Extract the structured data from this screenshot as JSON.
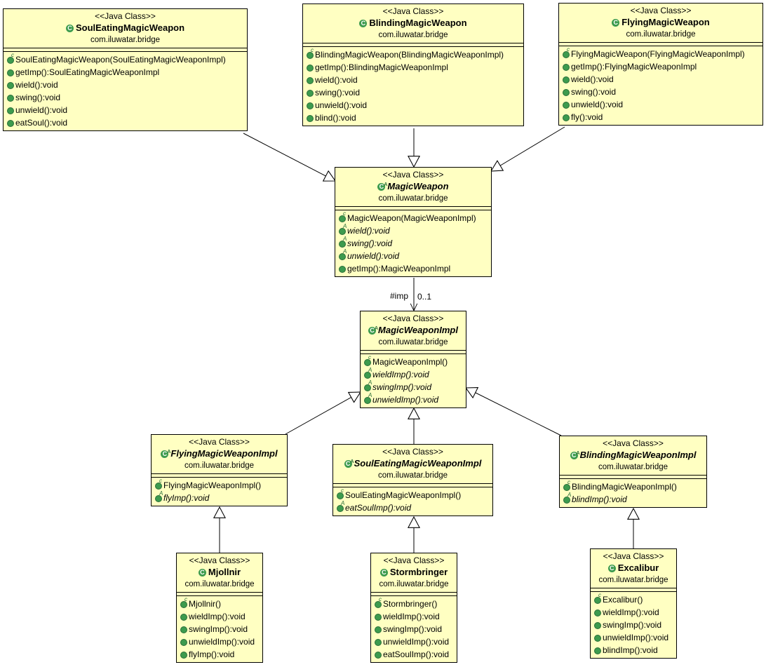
{
  "stereotype": "<<Java Class>>",
  "class_icon_glyph": "C",
  "colors": {
    "class_fill": "#ffffc2",
    "method_dot": "#3d9b4e",
    "line": "#000000"
  },
  "classes": [
    {
      "id": "soul-eating-magic-weapon",
      "name": "SoulEatingMagicWeapon",
      "abstract": false,
      "package": "com.iluwatar.bridge",
      "members": [
        {
          "text": "SoulEatingMagicWeapon(SoulEatingMagicWeaponImpl)",
          "kind": "constructor"
        },
        {
          "text": "getImp():SoulEatingMagicWeaponImpl",
          "kind": "method"
        },
        {
          "text": "wield():void",
          "kind": "method"
        },
        {
          "text": "swing():void",
          "kind": "method"
        },
        {
          "text": "unwield():void",
          "kind": "method"
        },
        {
          "text": "eatSoul():void",
          "kind": "method"
        }
      ]
    },
    {
      "id": "blinding-magic-weapon",
      "name": "BlindingMagicWeapon",
      "abstract": false,
      "package": "com.iluwatar.bridge",
      "members": [
        {
          "text": "BlindingMagicWeapon(BlindingMagicWeaponImpl)",
          "kind": "constructor"
        },
        {
          "text": "getImp():BlindingMagicWeaponImpl",
          "kind": "method"
        },
        {
          "text": "wield():void",
          "kind": "method"
        },
        {
          "text": "swing():void",
          "kind": "method"
        },
        {
          "text": "unwield():void",
          "kind": "method"
        },
        {
          "text": "blind():void",
          "kind": "method"
        }
      ]
    },
    {
      "id": "flying-magic-weapon",
      "name": "FlyingMagicWeapon",
      "abstract": false,
      "package": "com.iluwatar.bridge",
      "members": [
        {
          "text": "FlyingMagicWeapon(FlyingMagicWeaponImpl)",
          "kind": "constructor"
        },
        {
          "text": "getImp():FlyingMagicWeaponImpl",
          "kind": "method"
        },
        {
          "text": "wield():void",
          "kind": "method"
        },
        {
          "text": "swing():void",
          "kind": "method"
        },
        {
          "text": "unwield():void",
          "kind": "method"
        },
        {
          "text": "fly():void",
          "kind": "method"
        }
      ]
    },
    {
      "id": "magic-weapon",
      "name": "MagicWeapon",
      "abstract": true,
      "package": "com.iluwatar.bridge",
      "members": [
        {
          "text": "MagicWeapon(MagicWeaponImpl)",
          "kind": "constructor"
        },
        {
          "text": "wield():void",
          "kind": "abstract"
        },
        {
          "text": "swing():void",
          "kind": "abstract"
        },
        {
          "text": "unwield():void",
          "kind": "abstract"
        },
        {
          "text": "getImp():MagicWeaponImpl",
          "kind": "method"
        }
      ]
    },
    {
      "id": "magic-weapon-impl",
      "name": "MagicWeaponImpl",
      "abstract": true,
      "package": "com.iluwatar.bridge",
      "members": [
        {
          "text": "MagicWeaponImpl()",
          "kind": "constructor"
        },
        {
          "text": "wieldImp():void",
          "kind": "abstract"
        },
        {
          "text": "swingImp():void",
          "kind": "abstract"
        },
        {
          "text": "unwieldImp():void",
          "kind": "abstract"
        }
      ]
    },
    {
      "id": "flying-magic-weapon-impl",
      "name": "FlyingMagicWeaponImpl",
      "abstract": true,
      "package": "com.iluwatar.bridge",
      "members": [
        {
          "text": "FlyingMagicWeaponImpl()",
          "kind": "constructor"
        },
        {
          "text": "flyImp():void",
          "kind": "abstract"
        }
      ]
    },
    {
      "id": "soul-eating-magic-weapon-impl",
      "name": "SoulEatingMagicWeaponImpl",
      "abstract": true,
      "package": "com.iluwatar.bridge",
      "members": [
        {
          "text": "SoulEatingMagicWeaponImpl()",
          "kind": "constructor"
        },
        {
          "text": "eatSoulImp():void",
          "kind": "abstract"
        }
      ]
    },
    {
      "id": "blinding-magic-weapon-impl",
      "name": "BlindingMagicWeaponImpl",
      "abstract": true,
      "package": "com.iluwatar.bridge",
      "members": [
        {
          "text": "BlindingMagicWeaponImpl()",
          "kind": "constructor"
        },
        {
          "text": "blindImp():void",
          "kind": "abstract"
        }
      ]
    },
    {
      "id": "mjollnir",
      "name": "Mjollnir",
      "abstract": false,
      "package": "com.iluwatar.bridge",
      "members": [
        {
          "text": "Mjollnir()",
          "kind": "constructor"
        },
        {
          "text": "wieldImp():void",
          "kind": "method"
        },
        {
          "text": "swingImp():void",
          "kind": "method"
        },
        {
          "text": "unwieldImp():void",
          "kind": "method"
        },
        {
          "text": "flyImp():void",
          "kind": "method"
        }
      ]
    },
    {
      "id": "stormbringer",
      "name": "Stormbringer",
      "abstract": false,
      "package": "com.iluwatar.bridge",
      "members": [
        {
          "text": "Stormbringer()",
          "kind": "constructor"
        },
        {
          "text": "wieldImp():void",
          "kind": "method"
        },
        {
          "text": "swingImp():void",
          "kind": "method"
        },
        {
          "text": "unwieldImp():void",
          "kind": "method"
        },
        {
          "text": "eatSoulImp():void",
          "kind": "method"
        }
      ]
    },
    {
      "id": "excalibur",
      "name": "Excalibur",
      "abstract": false,
      "package": "com.iluwatar.bridge",
      "members": [
        {
          "text": "Excalibur()",
          "kind": "constructor"
        },
        {
          "text": "wieldImp():void",
          "kind": "method"
        },
        {
          "text": "swingImp():void",
          "kind": "method"
        },
        {
          "text": "unwieldImp():void",
          "kind": "method"
        },
        {
          "text": "blindImp():void",
          "kind": "method"
        }
      ]
    }
  ],
  "relations": [
    {
      "type": "generalization",
      "from": "soul-eating-magic-weapon",
      "to": "magic-weapon"
    },
    {
      "type": "generalization",
      "from": "blinding-magic-weapon",
      "to": "magic-weapon"
    },
    {
      "type": "generalization",
      "from": "flying-magic-weapon",
      "to": "magic-weapon"
    },
    {
      "type": "association",
      "from": "magic-weapon",
      "to": "magic-weapon-impl",
      "role": "#imp",
      "multiplicity": "0..1"
    },
    {
      "type": "generalization",
      "from": "flying-magic-weapon-impl",
      "to": "magic-weapon-impl"
    },
    {
      "type": "generalization",
      "from": "soul-eating-magic-weapon-impl",
      "to": "magic-weapon-impl"
    },
    {
      "type": "generalization",
      "from": "blinding-magic-weapon-impl",
      "to": "magic-weapon-impl"
    },
    {
      "type": "generalization",
      "from": "mjollnir",
      "to": "flying-magic-weapon-impl"
    },
    {
      "type": "generalization",
      "from": "stormbringer",
      "to": "soul-eating-magic-weapon-impl"
    },
    {
      "type": "generalization",
      "from": "excalibur",
      "to": "blinding-magic-weapon-impl"
    }
  ]
}
